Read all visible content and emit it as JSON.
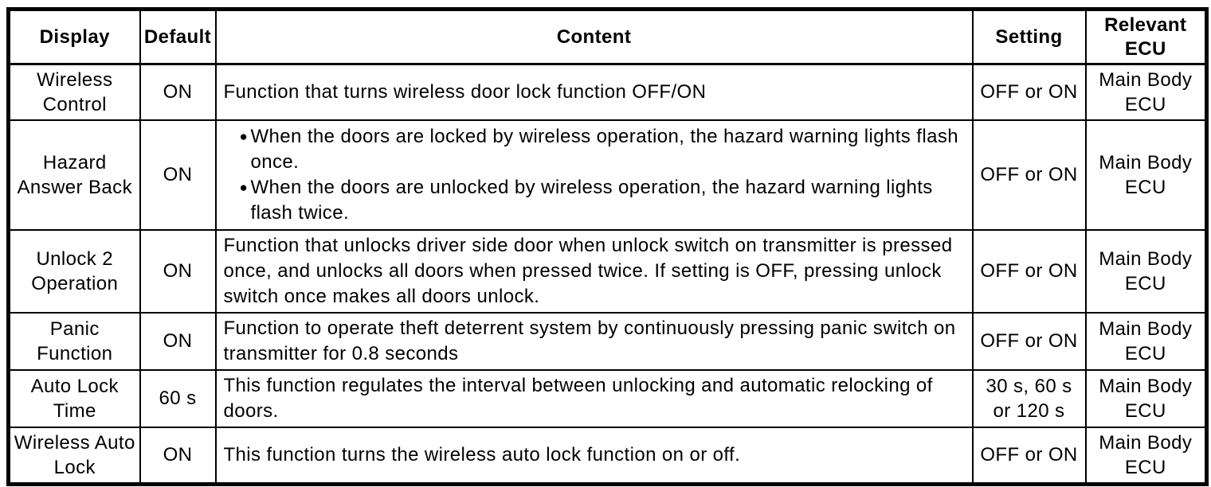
{
  "icons": {
    "bullet": "●"
  },
  "colors": {
    "border": "#000000",
    "background": "#ffffff",
    "text": "#000000"
  },
  "table": {
    "headers": [
      "Display",
      "Default",
      "Content",
      "Setting",
      "Relevant ECU"
    ],
    "rows": [
      {
        "display": "Wireless Control",
        "default": "ON",
        "content": "Function that turns wireless door lock function OFF/ON",
        "setting": "OFF or ON",
        "relevant_ecu": "Main Body ECU"
      },
      {
        "display": "Hazard Answer Back",
        "default": "ON",
        "content_bullets": [
          "When the doors are locked by wireless operation, the hazard warning lights flash once.",
          "When the doors are unlocked by wireless operation, the hazard warning lights flash twice."
        ],
        "setting": "OFF or ON",
        "relevant_ecu": "Main Body ECU"
      },
      {
        "display": "Unlock 2 Operation",
        "default": "ON",
        "content": "Function that unlocks driver side door when unlock switch on transmitter is pressed once, and unlocks all doors when pressed twice. If setting is OFF, pressing unlock switch once makes all doors unlock.",
        "setting": "OFF or ON",
        "relevant_ecu": "Main Body ECU"
      },
      {
        "display": "Panic Function",
        "default": "ON",
        "content": "Function to operate theft deterrent system by continuously pressing panic switch on transmitter for 0.8 seconds",
        "setting": "OFF or ON",
        "relevant_ecu": "Main Body ECU"
      },
      {
        "display": "Auto Lock Time",
        "default": "60 s",
        "content": "This function regulates the interval between unlocking and automatic relocking of doors.",
        "setting": "30 s, 60 s or 120 s",
        "relevant_ecu": "Main Body ECU"
      },
      {
        "display": "Wireless Auto Lock",
        "default": "ON",
        "content": "This function turns the wireless auto lock function on or off.",
        "setting": "OFF or ON",
        "relevant_ecu": "Main Body ECU"
      }
    ]
  }
}
